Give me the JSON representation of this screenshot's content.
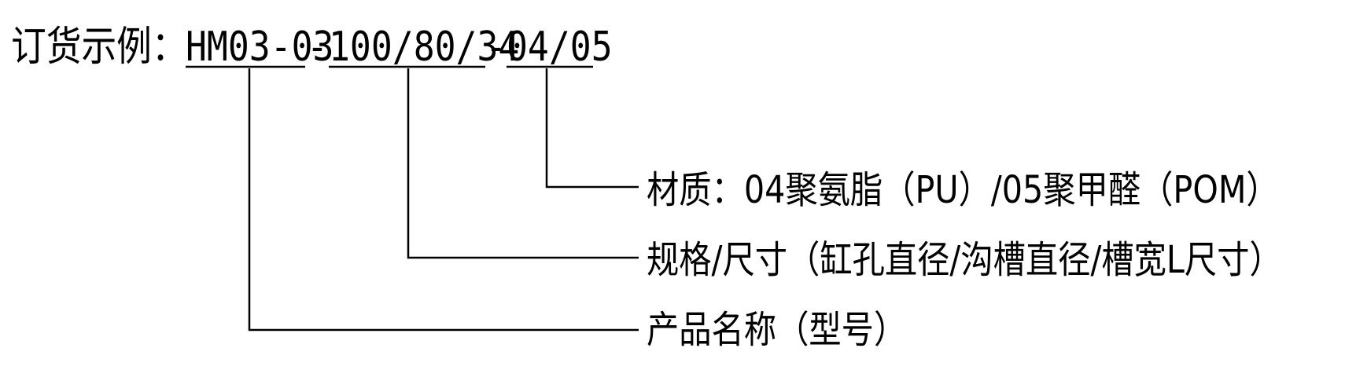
{
  "order_example": {
    "label": "订货示例：",
    "segments": [
      {
        "text": "HM03-03",
        "underlined": true
      },
      {
        "text": "-",
        "underlined": false
      },
      {
        "text": "100/80/34",
        "underlined": true
      },
      {
        "text": "-",
        "underlined": false
      },
      {
        "text": "04/05",
        "underlined": true
      }
    ]
  },
  "callouts": {
    "material": "材质：04聚氨脂（PU）/05聚甲醛（POM）",
    "spec": "规格/尺寸（缸孔直径/沟槽直径/槽宽L尺寸）",
    "product_name": "产品名称（型号）"
  },
  "colors": {
    "ink": "#000000",
    "background": "#ffffff"
  }
}
